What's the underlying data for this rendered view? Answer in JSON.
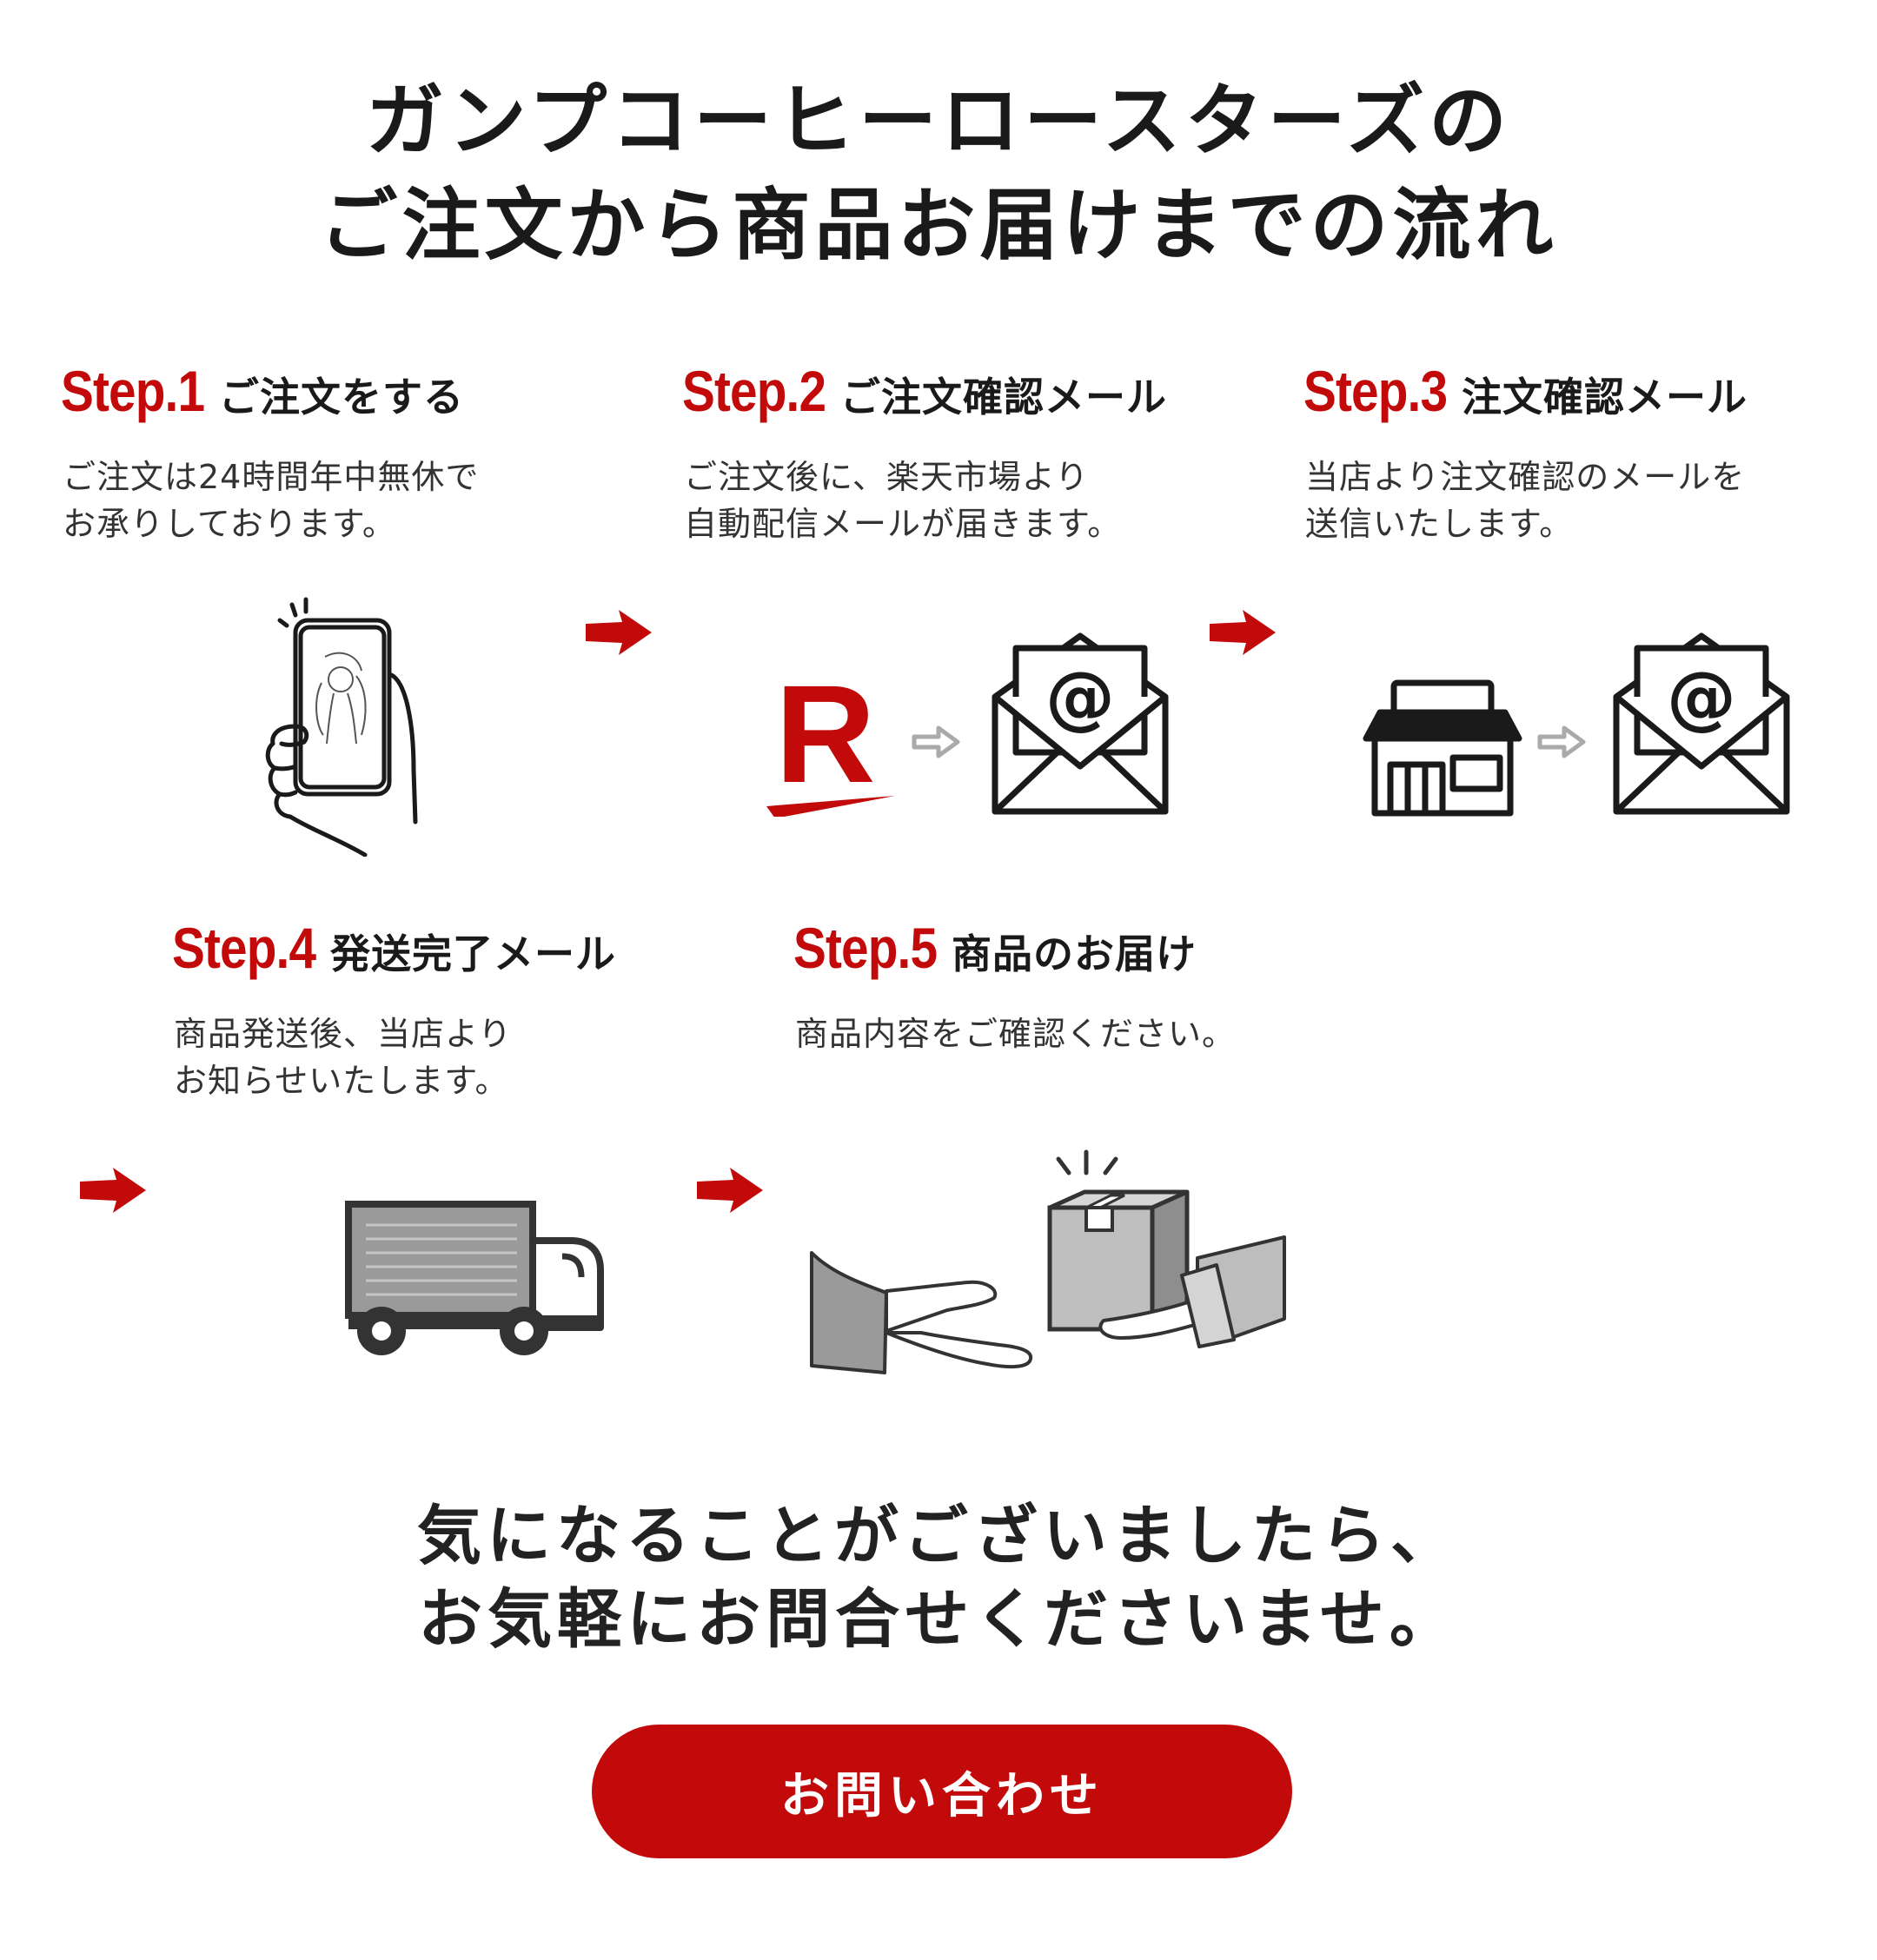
{
  "header": {
    "title_line1": "ガンプコーヒーロースターズの",
    "title_line2": "ご注文から商品お届けまでの流れ"
  },
  "steps": [
    {
      "number": "Step.1",
      "title": "ご注文をする",
      "desc": [
        "ご注文は24時間年中無休で",
        "お承りしております。"
      ]
    },
    {
      "number": "Step.2",
      "title": "ご注文確認メール",
      "desc": [
        "ご注文後に、楽天市場より",
        "自動配信メールが届きます。"
      ]
    },
    {
      "number": "Step.3",
      "title": "注文確認メール",
      "desc": [
        "当店より注文確認のメールを",
        "送信いたします。"
      ]
    },
    {
      "number": "Step.4",
      "title": "発送完了メール",
      "desc": [
        "商品発送後、当店より",
        "お知らせいたします。"
      ]
    },
    {
      "number": "Step.5",
      "title": "商品のお届け",
      "desc": [
        "商品内容をご確認ください。"
      ]
    }
  ],
  "logo": {
    "letter": "R"
  },
  "email_symbol": "@",
  "closing": {
    "line1": "気になることがございましたら、",
    "line2": "お気軽にお問合せくださいませ。"
  },
  "contact_button": {
    "label": "お問い合わせ"
  },
  "colors": {
    "accent": "#c30a0a",
    "text": "#222222",
    "illustration_gray": "#9a9a9a"
  },
  "icons": [
    "phone-in-hand-icon",
    "rakuten-logo-icon",
    "email-icon",
    "store-icon",
    "truck-icon",
    "package-handover-icon",
    "red-arrow-icon",
    "gray-arrow-icon"
  ]
}
